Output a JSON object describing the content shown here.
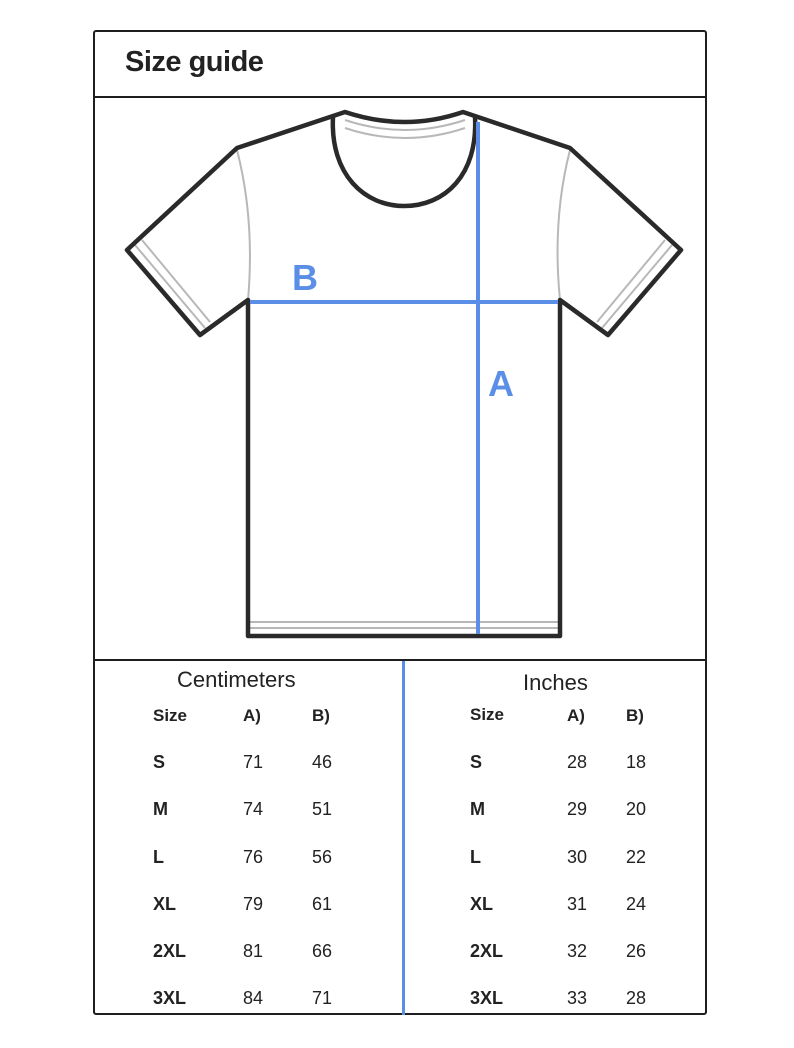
{
  "title": "Size guide",
  "diagram": {
    "label_a": "A",
    "label_b": "B",
    "measure_color": "#5b8ee6",
    "outline_color": "#2a2a2a",
    "seam_color": "#b8b8b8"
  },
  "centimeters": {
    "heading": "Centimeters",
    "columns": [
      "Size",
      "A)",
      "B)"
    ],
    "rows": [
      [
        "S",
        "71",
        "46"
      ],
      [
        "M",
        "74",
        "51"
      ],
      [
        "L",
        "76",
        "56"
      ],
      [
        "XL",
        "79",
        "61"
      ],
      [
        "2XL",
        "81",
        "66"
      ],
      [
        "3XL",
        "84",
        "71"
      ]
    ]
  },
  "inches": {
    "heading": "Inches",
    "columns": [
      "Size",
      "A)",
      "B)"
    ],
    "rows": [
      [
        "S",
        "28",
        "18"
      ],
      [
        "M",
        "29",
        "20"
      ],
      [
        "L",
        "30",
        "22"
      ],
      [
        "XL",
        "31",
        "24"
      ],
      [
        "2XL",
        "32",
        "26"
      ],
      [
        "3XL",
        "33",
        "28"
      ]
    ]
  }
}
